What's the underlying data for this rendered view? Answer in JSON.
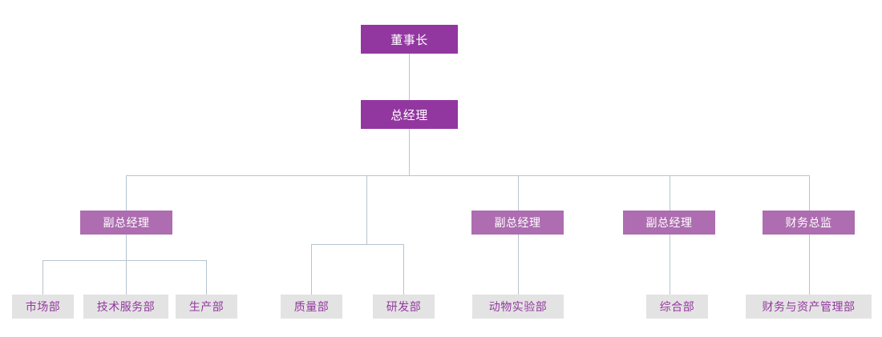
{
  "chart": {
    "type": "org-chart",
    "title": "",
    "colors": {
      "top_level_box": "#9337a0",
      "mid_level_box": "#ad6db0",
      "leaf_box": "#e4e3e3",
      "leaf_text": "#9337a0",
      "box_text": "#ffffff",
      "connector_line": "#b6c4ce",
      "background": "#ffffff"
    },
    "nodes": {
      "chairman": {
        "label": "董事长",
        "level": 1
      },
      "general_manager": {
        "label": "总经理",
        "level": 2
      },
      "deputy_gm_1": {
        "label": "副总经理",
        "level": 3
      },
      "deputy_gm_2": {
        "label": "副总经理",
        "level": 3
      },
      "deputy_gm_3": {
        "label": "副总经理",
        "level": 3
      },
      "finance_director": {
        "label": "财务总监",
        "level": 3
      },
      "marketing_dept": {
        "label": "市场部",
        "level": 4
      },
      "tech_service_dept": {
        "label": "技术服务部",
        "level": 4
      },
      "production_dept": {
        "label": "生产部",
        "level": 4
      },
      "quality_dept": {
        "label": "质量部",
        "level": 4
      },
      "rd_dept": {
        "label": "研发部",
        "level": 4
      },
      "animal_lab_dept": {
        "label": "动物实验部",
        "level": 4
      },
      "general_affairs_dept": {
        "label": "综合部",
        "level": 4
      },
      "finance_asset_dept": {
        "label": "财务与资产管理部",
        "level": 4
      }
    },
    "hierarchy": [
      {
        "parent": "chairman",
        "children": [
          "general_manager"
        ]
      },
      {
        "parent": "general_manager",
        "children": [
          "deputy_gm_1",
          "quality_rd_group",
          "deputy_gm_2",
          "deputy_gm_3",
          "finance_director"
        ]
      },
      {
        "parent": "deputy_gm_1",
        "children": [
          "marketing_dept",
          "tech_service_dept",
          "production_dept"
        ]
      },
      {
        "parent": "quality_rd_group",
        "children": [
          "quality_dept",
          "rd_dept"
        ]
      },
      {
        "parent": "deputy_gm_2",
        "children": [
          "animal_lab_dept"
        ]
      },
      {
        "parent": "deputy_gm_3",
        "children": [
          "general_affairs_dept"
        ]
      },
      {
        "parent": "finance_director",
        "children": [
          "finance_asset_dept"
        ]
      }
    ]
  }
}
